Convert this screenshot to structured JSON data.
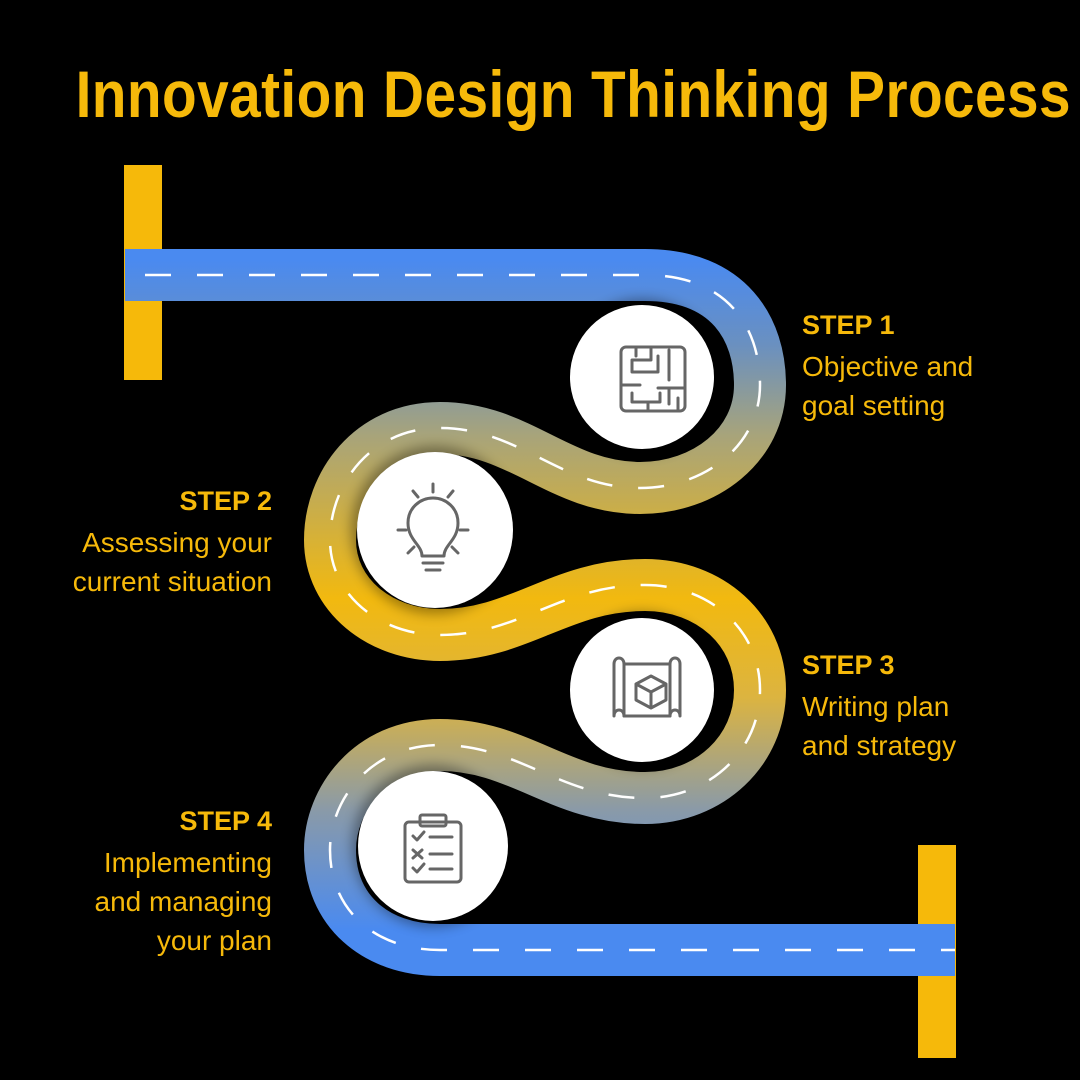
{
  "title": "Innovation Design Thinking Process",
  "colors": {
    "background": "#000000",
    "accent": "#f6b90a",
    "road_blue": "#4a8af0",
    "road_yellow": "#f2b90f",
    "circle": "#ffffff",
    "icon": "#666666"
  },
  "steps": [
    {
      "label": "STEP 1",
      "lines": [
        "Objective and",
        "goal setting"
      ],
      "icon": "maze-icon"
    },
    {
      "label": "STEP 2",
      "lines": [
        "Assessing your",
        "current situation"
      ],
      "icon": "lightbulb-icon"
    },
    {
      "label": "STEP 3",
      "lines": [
        "Writing plan",
        "and strategy"
      ],
      "icon": "blueprint-icon"
    },
    {
      "label": "STEP 4",
      "lines": [
        "Implementing",
        "and managing",
        "your plan"
      ],
      "icon": "clipboard-checklist-icon"
    }
  ]
}
